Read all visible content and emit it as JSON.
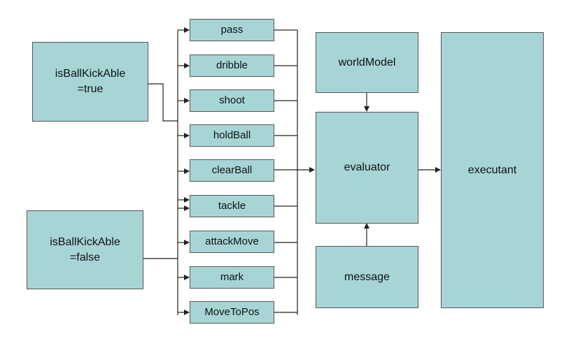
{
  "conditions": {
    "kickable_true": "isBallKickAble\n=true",
    "kickable_false": "isBallKickAble\n=false"
  },
  "actions": [
    "pass",
    "dribble",
    "shoot",
    "holdBall",
    "clearBall",
    "tackle",
    "attackMove",
    "mark",
    "MoveToPos"
  ],
  "modules": {
    "world_model": "worldModel",
    "evaluator": "evaluator",
    "message": "message",
    "executant": "executant"
  },
  "colors": {
    "box_fill": "#a7d5d6",
    "line": "#222222"
  }
}
